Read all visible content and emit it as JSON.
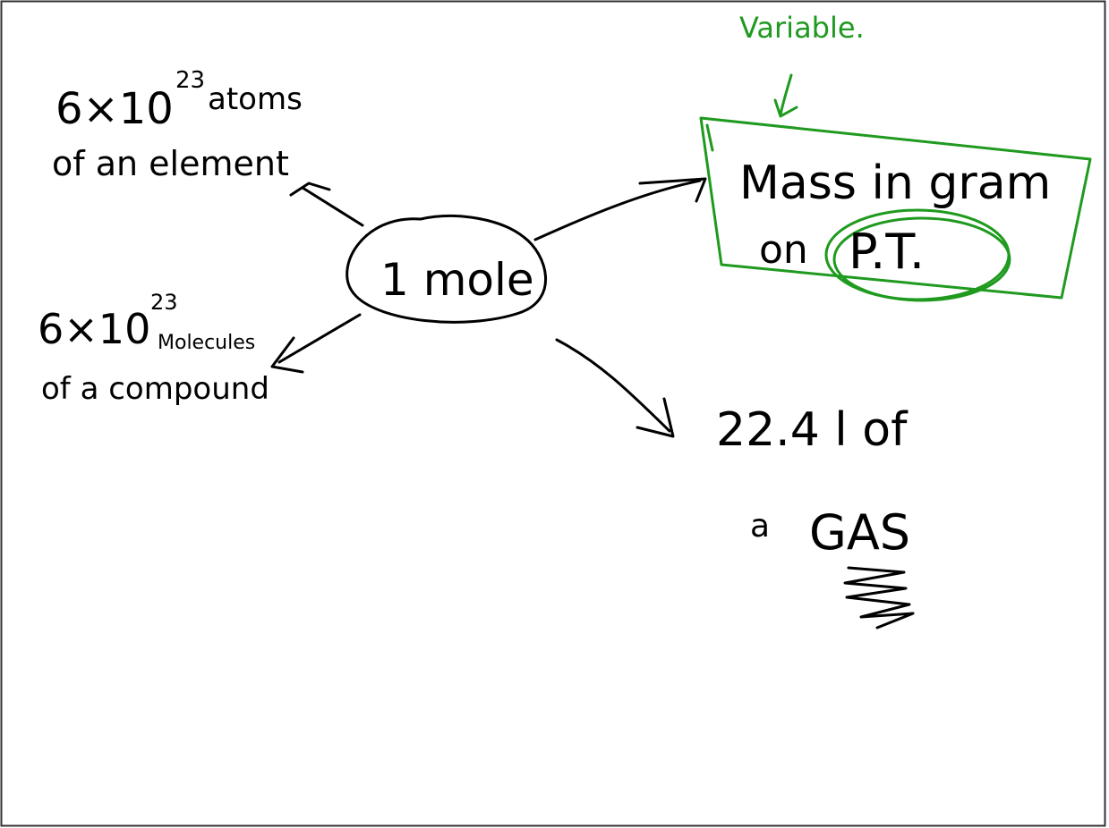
{
  "colors": {
    "ink": "#000000",
    "highlight": "#1f9a1f",
    "background": "#ffffff",
    "frame": "#333333"
  },
  "center": {
    "label": "1 mole"
  },
  "nodes": {
    "atoms": {
      "quantity": "6×10",
      "exponent": "23",
      "unit": "atoms",
      "line2": "of an element"
    },
    "molecules": {
      "quantity": "6×10",
      "exponent": "23",
      "unit": "Molecules",
      "line2": "of a compound"
    },
    "mass": {
      "line1": "Mass in gram",
      "line2_prefix": "on",
      "line2_circled": "P.T."
    },
    "gas": {
      "line1": "22.4 l of",
      "line2_prefix": "a",
      "line2_emphasis": "GAS"
    }
  },
  "annotation": {
    "text": "Variable."
  }
}
